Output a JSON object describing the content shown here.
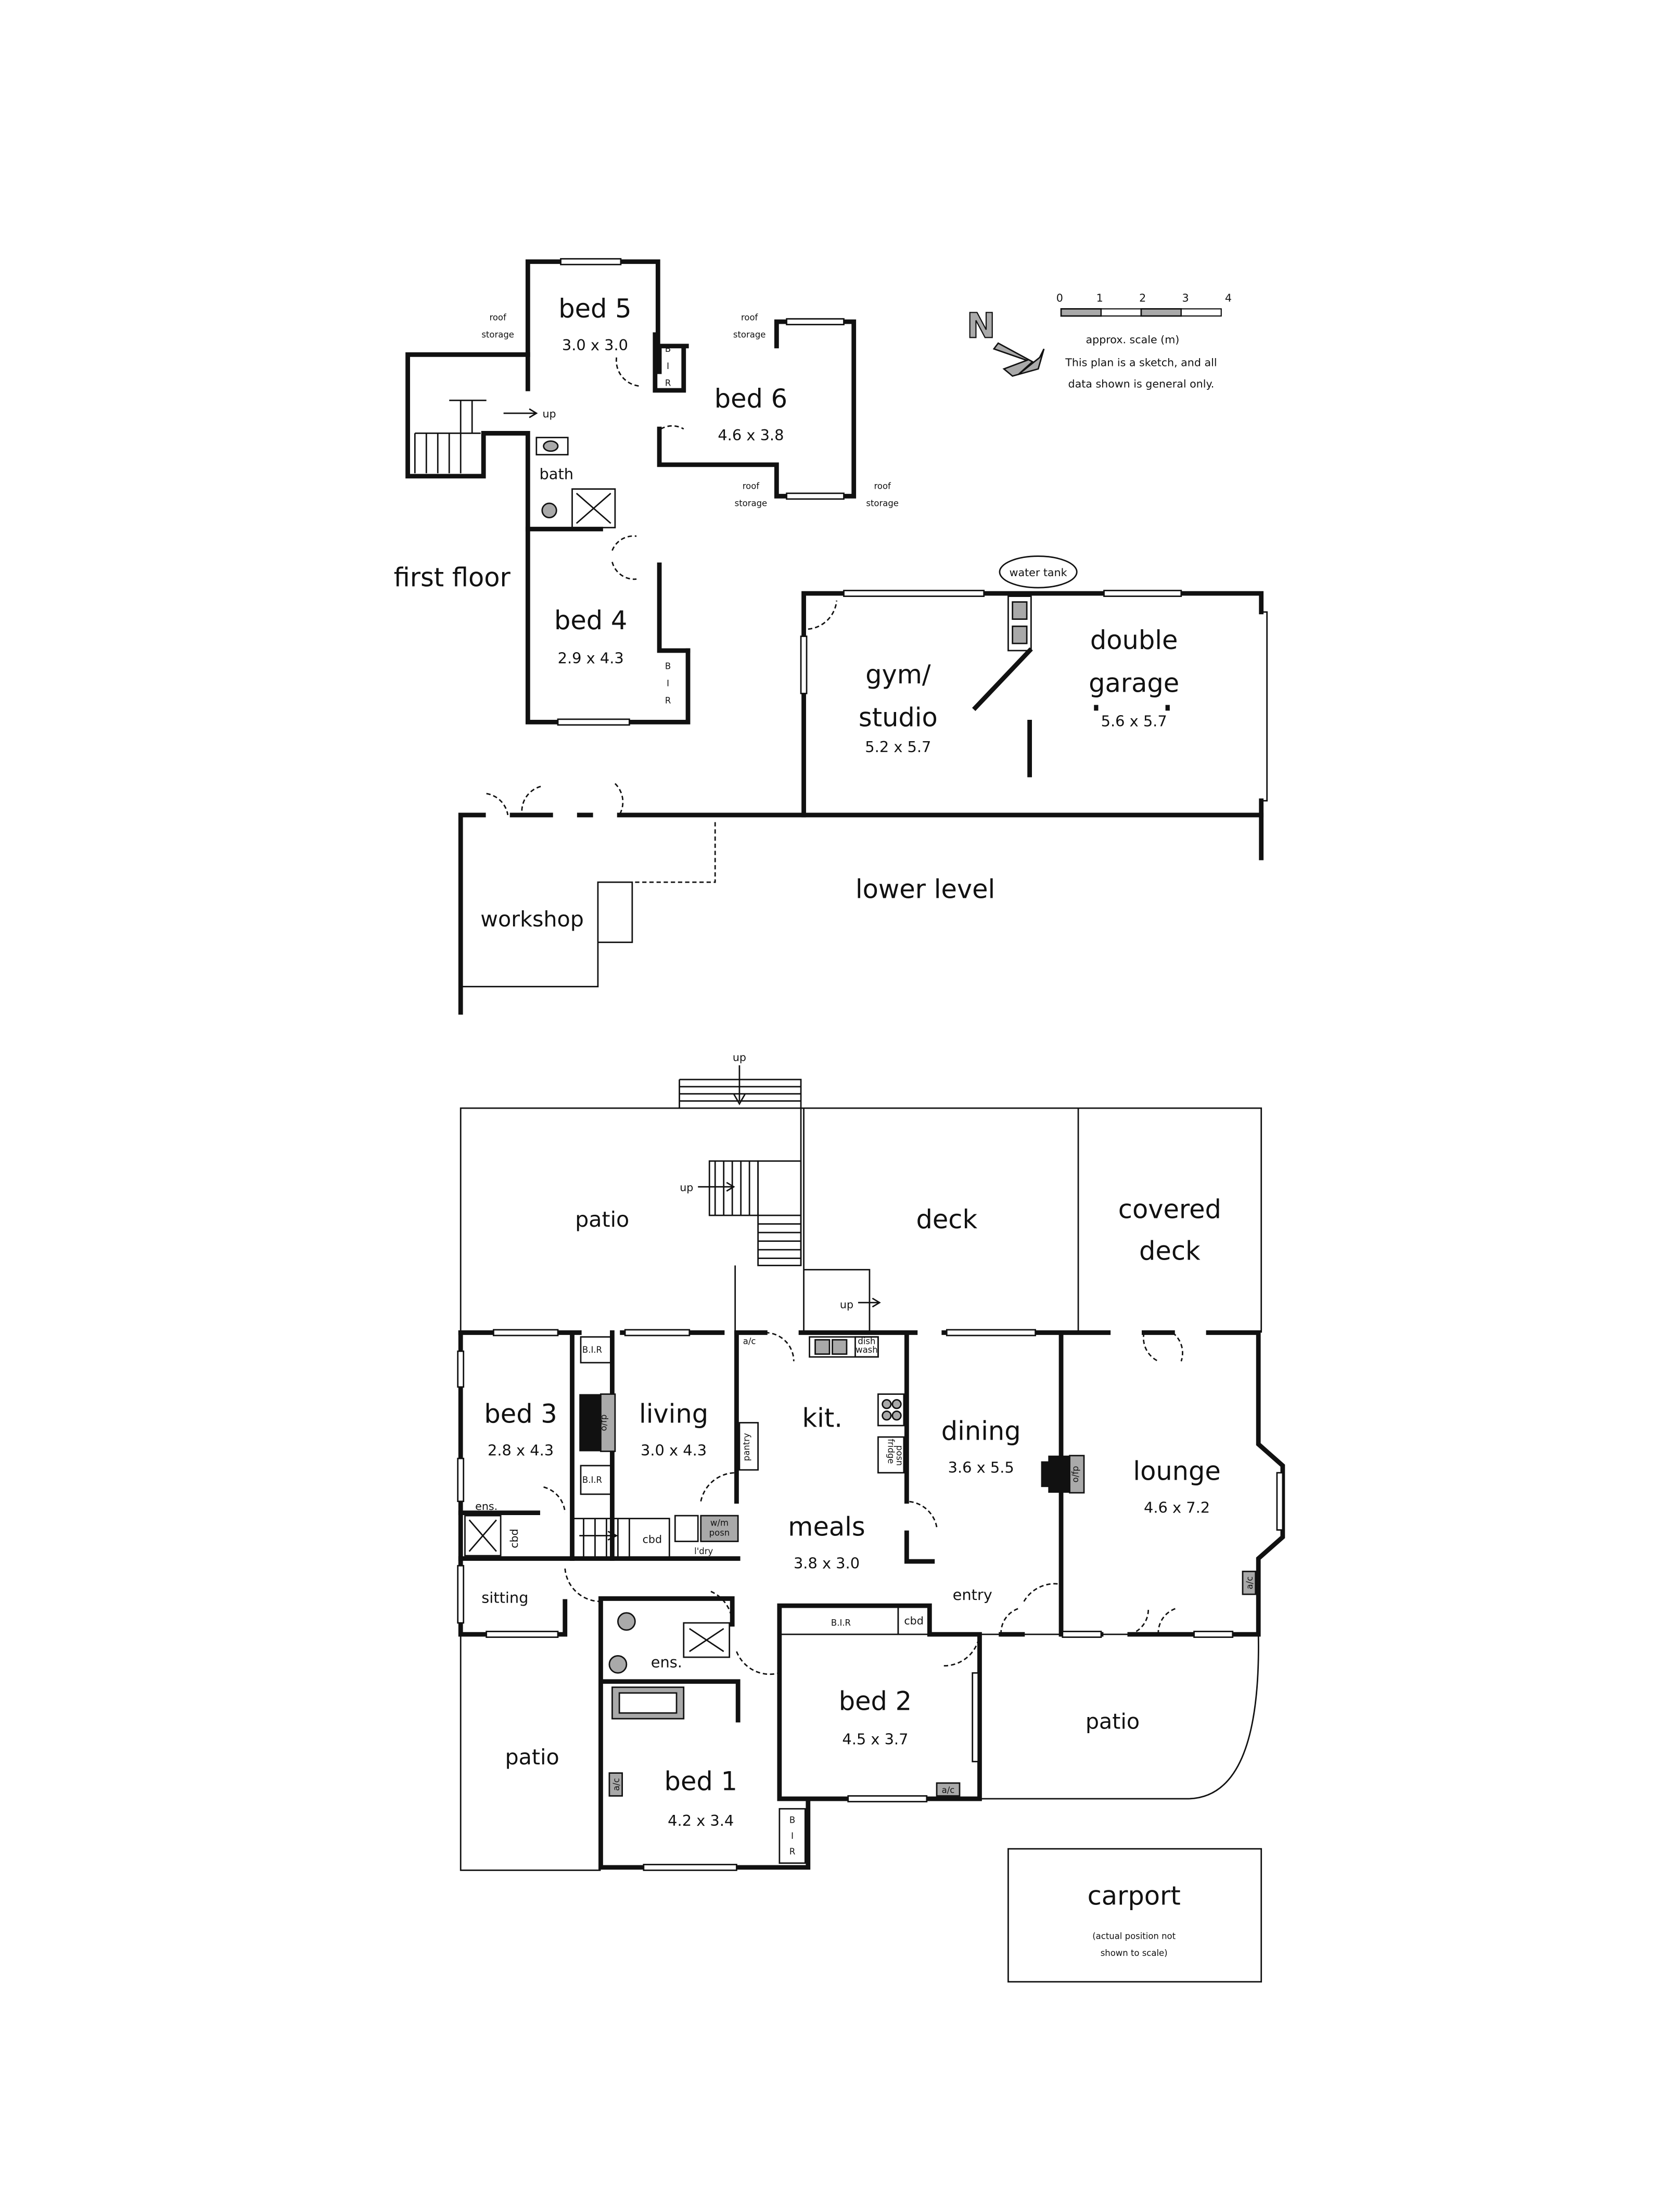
{
  "first_floor": {
    "title": "first floor",
    "bed5": {
      "name": "bed 5",
      "size": "3.0 x 3.0"
    },
    "bed6": {
      "name": "bed 6",
      "size": "4.6 x 3.8"
    },
    "bed4": {
      "name": "bed 4",
      "size": "2.9 x 4.3"
    },
    "bath": "bath",
    "up": "up",
    "bir": [
      "B",
      "I",
      "R"
    ],
    "roof": "roof",
    "storage": "storage"
  },
  "lower_level": {
    "title": "lower level",
    "water_tank": "water tank",
    "gym": {
      "name_1": "gym/",
      "name_2": "studio",
      "size": "5.2 x 5.7"
    },
    "garage": {
      "name_1": "double",
      "name_2": "garage",
      "size": "5.6 x 5.7"
    },
    "workshop": "workshop"
  },
  "ground_floor": {
    "up": "up",
    "patio": "patio",
    "deck": "deck",
    "covered_deck_1": "covered",
    "covered_deck_2": "deck",
    "ac": "a/c",
    "dish_1": "dish",
    "dish_2": "wash",
    "bed3": {
      "name": "bed 3",
      "size": "2.8 x 4.3"
    },
    "living": {
      "name": "living",
      "size": "3.0 x 4.3"
    },
    "kit": "kit.",
    "pantry": "pantry",
    "fridge_1": "fridge",
    "fridge_2": "posn",
    "ofp": "o/fp",
    "dining": {
      "name": "dining",
      "size": "3.6 x 5.5"
    },
    "lounge": {
      "name": "lounge",
      "size": "4.6 x 7.2"
    },
    "ens": "ens.",
    "cbd": "cbd",
    "bir_short": "B.I.R",
    "wm_1": "w/m",
    "wm_2": "posn",
    "ldry": "l'dry",
    "meals": {
      "name": "meals",
      "size": "3.8 x 3.0"
    },
    "sitting": "sitting",
    "entry": "entry",
    "bed2": {
      "name": "bed 2",
      "size": "4.5 x 3.7"
    },
    "bed1": {
      "name": "bed 1",
      "size": "4.2 x 3.4"
    }
  },
  "carport": {
    "name": "carport",
    "note_1": "(actual position not",
    "note_2": "shown to scale)"
  },
  "legend": {
    "north": "N",
    "scale_ticks": [
      "0",
      "1",
      "2",
      "3",
      "4"
    ],
    "scale_label": "approx. scale (m)",
    "disclaimer_1": "This plan is a sketch, and all",
    "disclaimer_2": "data shown is general only."
  }
}
